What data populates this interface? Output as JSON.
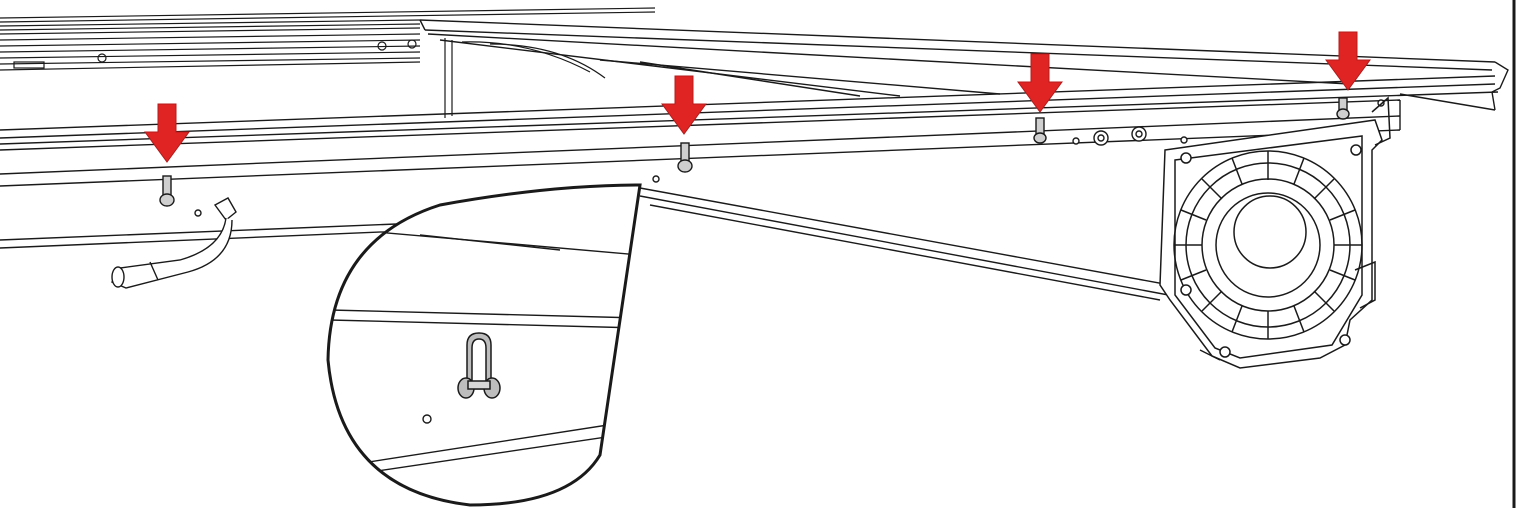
{
  "diagram": {
    "subject": "installation-illustration",
    "line_color": "#1a1a1a",
    "arrow_color": "#e02424",
    "arrow_outline": "#b31b1b",
    "pin_fill": "#cfcfcf",
    "shade_color": "#bdbdbd",
    "background": "#ffffff",
    "arrows": [
      {
        "name": "arrow-pin-1"
      },
      {
        "name": "arrow-pin-2"
      },
      {
        "name": "arrow-pin-3"
      },
      {
        "name": "arrow-pin-4"
      }
    ],
    "pins": [
      {
        "name": "pin-1"
      },
      {
        "name": "pin-2"
      },
      {
        "name": "pin-3"
      },
      {
        "name": "pin-4"
      }
    ],
    "detail_callout": {
      "shows": "magnified-pin"
    }
  }
}
